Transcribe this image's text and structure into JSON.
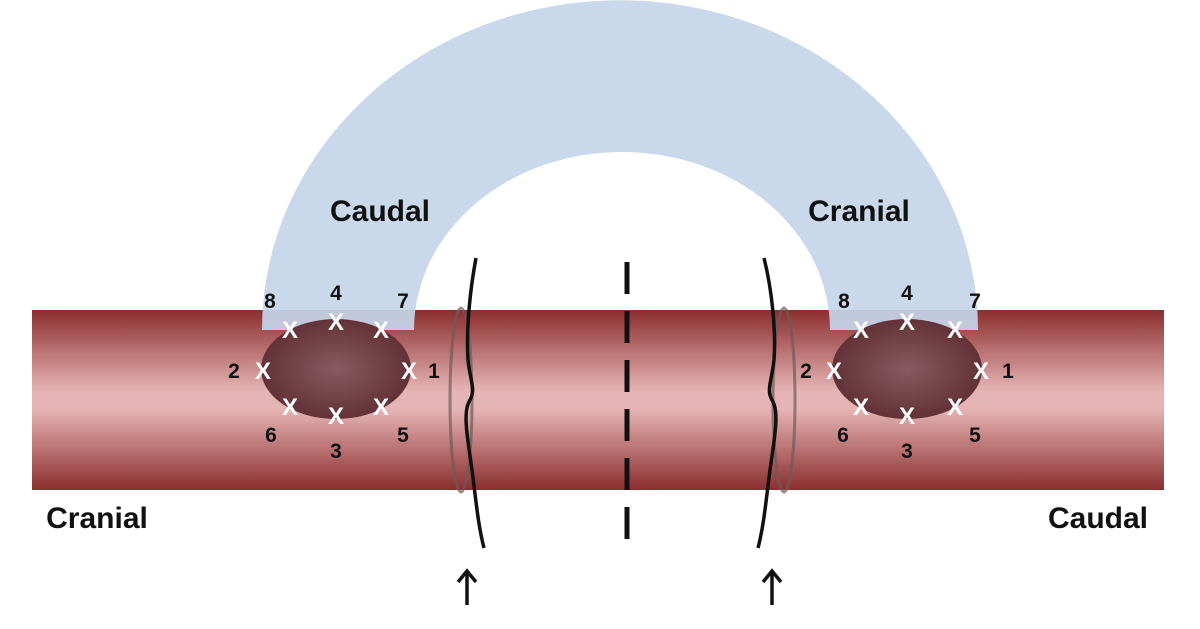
{
  "colors": {
    "vessel_dark": "#8b2e2e",
    "vessel_mid": "#b85a5a",
    "vessel_light": "#e6b4b4",
    "graft": "#c5d5e9",
    "anastomosis": "#7a4a52",
    "stitch": "#ffffff",
    "ligature": "#111111"
  },
  "labels": {
    "vessel_left_end": "Cranial",
    "vessel_right_end": "Caudal",
    "graft_left_end": "Caudal",
    "graft_right_end": "Cranial"
  },
  "left_anastomosis": {
    "stitch_mark": "X",
    "numbers": [
      "1",
      "2",
      "3",
      "4",
      "5",
      "6",
      "7",
      "8"
    ]
  },
  "right_anastomosis": {
    "stitch_mark": "X",
    "numbers": [
      "1",
      "2",
      "3",
      "4",
      "5",
      "6",
      "7",
      "8"
    ]
  },
  "markers": {
    "ligature_icon": "ligature-loop-icon",
    "arrow_icon": "up-arrow-icon",
    "cut_line": "dashed-line"
  }
}
